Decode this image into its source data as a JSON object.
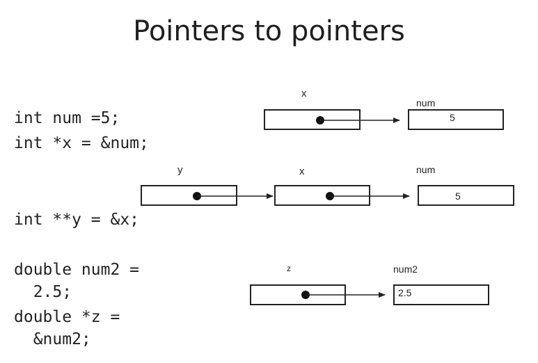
{
  "title": "Pointers to pointers",
  "code": {
    "line1": "int num =5;",
    "line2": "int *x = &num;",
    "line3": "int **y = &x;",
    "line4a": "double num2 =",
    "line4b": "  2.5;",
    "line5a": "double *z =",
    "line5b": "  &num2;"
  },
  "diagram1": {
    "x_label": "x",
    "num_label": "num",
    "num_value": "5"
  },
  "diagram2": {
    "y_label": "y",
    "x_label": "x",
    "num_label": "num",
    "num_value": "5"
  },
  "diagram3": {
    "z_label": "z",
    "num2_label": "num2",
    "num2_value": "2.5"
  }
}
